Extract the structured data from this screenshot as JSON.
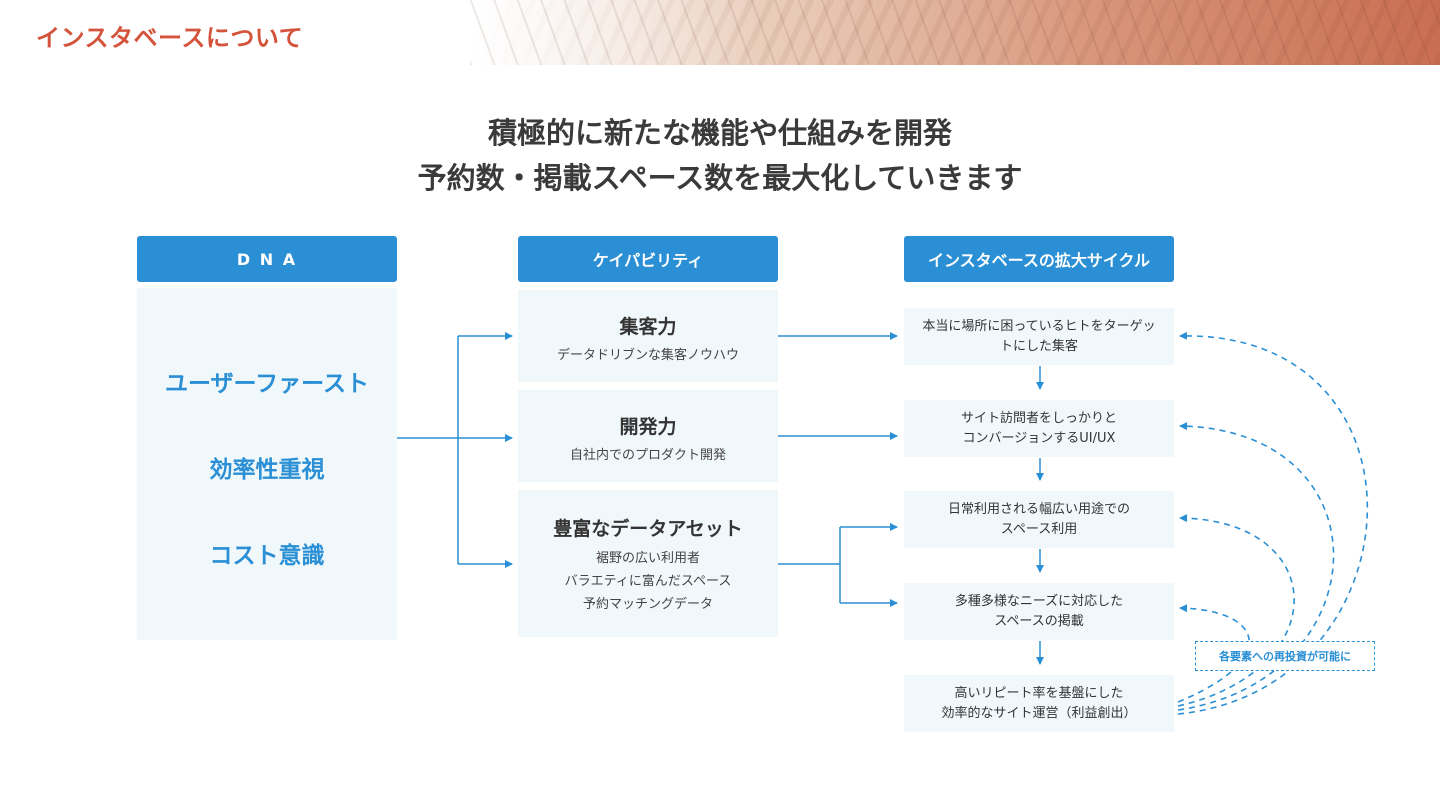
{
  "header": {
    "title": "インスタベースについて"
  },
  "headline": {
    "line1": "積極的に新たな機能や仕組みを開発",
    "line2": "予約数・掲載スペース数を最大化していきます"
  },
  "columns": {
    "dna": "D N A",
    "capability": "ケイパビリティ",
    "cycle": "インスタベースの拡大サイクル"
  },
  "dna_items": [
    "ユーザーファースト",
    "効率性重視",
    "コスト意識"
  ],
  "capabilities": [
    {
      "title": "集客力",
      "subs": [
        "データドリブンな集客ノウハウ"
      ]
    },
    {
      "title": "開発力",
      "subs": [
        "自社内でのプロダクト開発"
      ]
    },
    {
      "title": "豊富なデータアセット",
      "subs": [
        "裾野の広い利用者",
        "バラエティに富んだスペース",
        "予約マッチングデータ"
      ]
    }
  ],
  "cycle_steps": [
    {
      "line1": "本当に場所に困っているヒトをターゲッ",
      "line2": "トにした集客"
    },
    {
      "line1": "サイト訪問者をしっかりと",
      "line2": "コンバージョンするUI/UX"
    },
    {
      "line1": "日常利用される幅広い用途での",
      "line2": "スペース利用"
    },
    {
      "line1": "多種多様なニーズに対応した",
      "line2": "スペースの掲載"
    },
    {
      "line1": "高いリピート率を基盤にした",
      "line2": "効率的なサイト運営（利益創出）"
    }
  ],
  "note": "各要素への再投資が可能に",
  "colors": {
    "accent_blue": "#2a8fd4",
    "title_red": "#d4533b",
    "panel_bg": "#f1f8fc"
  }
}
